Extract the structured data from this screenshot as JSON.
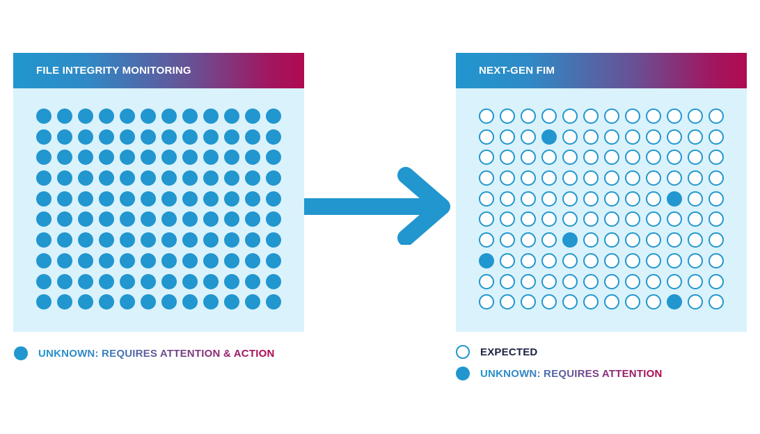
{
  "colors": {
    "accent_blue": "#2196cf",
    "gradient_start": "#2196cf",
    "gradient_end": "#b00a52",
    "panel_background": "#daf2fb",
    "dark_text": "#1c2342"
  },
  "left_panel": {
    "title": "FILE INTEGRITY MONITORING",
    "grid": {
      "rows": 10,
      "cols": 12,
      "filled": "all"
    }
  },
  "right_panel": {
    "title": "NEXT-GEN FIM",
    "grid": {
      "rows": 10,
      "cols": 12,
      "filled_cells": [
        [
          1,
          3
        ],
        [
          4,
          9
        ],
        [
          6,
          4
        ],
        [
          7,
          0
        ],
        [
          9,
          9
        ]
      ]
    }
  },
  "arrow": {
    "icon": "arrow-right-icon",
    "direction": "right"
  },
  "left_legend": {
    "items": [
      {
        "icon": "filled-circle-icon",
        "text": "UNKNOWN: REQUIRES ATTENTION & ACTION",
        "style": "gradient"
      }
    ]
  },
  "right_legend": {
    "items": [
      {
        "icon": "hollow-circle-icon",
        "text": "EXPECTED",
        "style": "dark"
      },
      {
        "icon": "filled-circle-icon",
        "text": "UNKNOWN: REQUIRES ATTENTION",
        "style": "gradient"
      }
    ]
  }
}
